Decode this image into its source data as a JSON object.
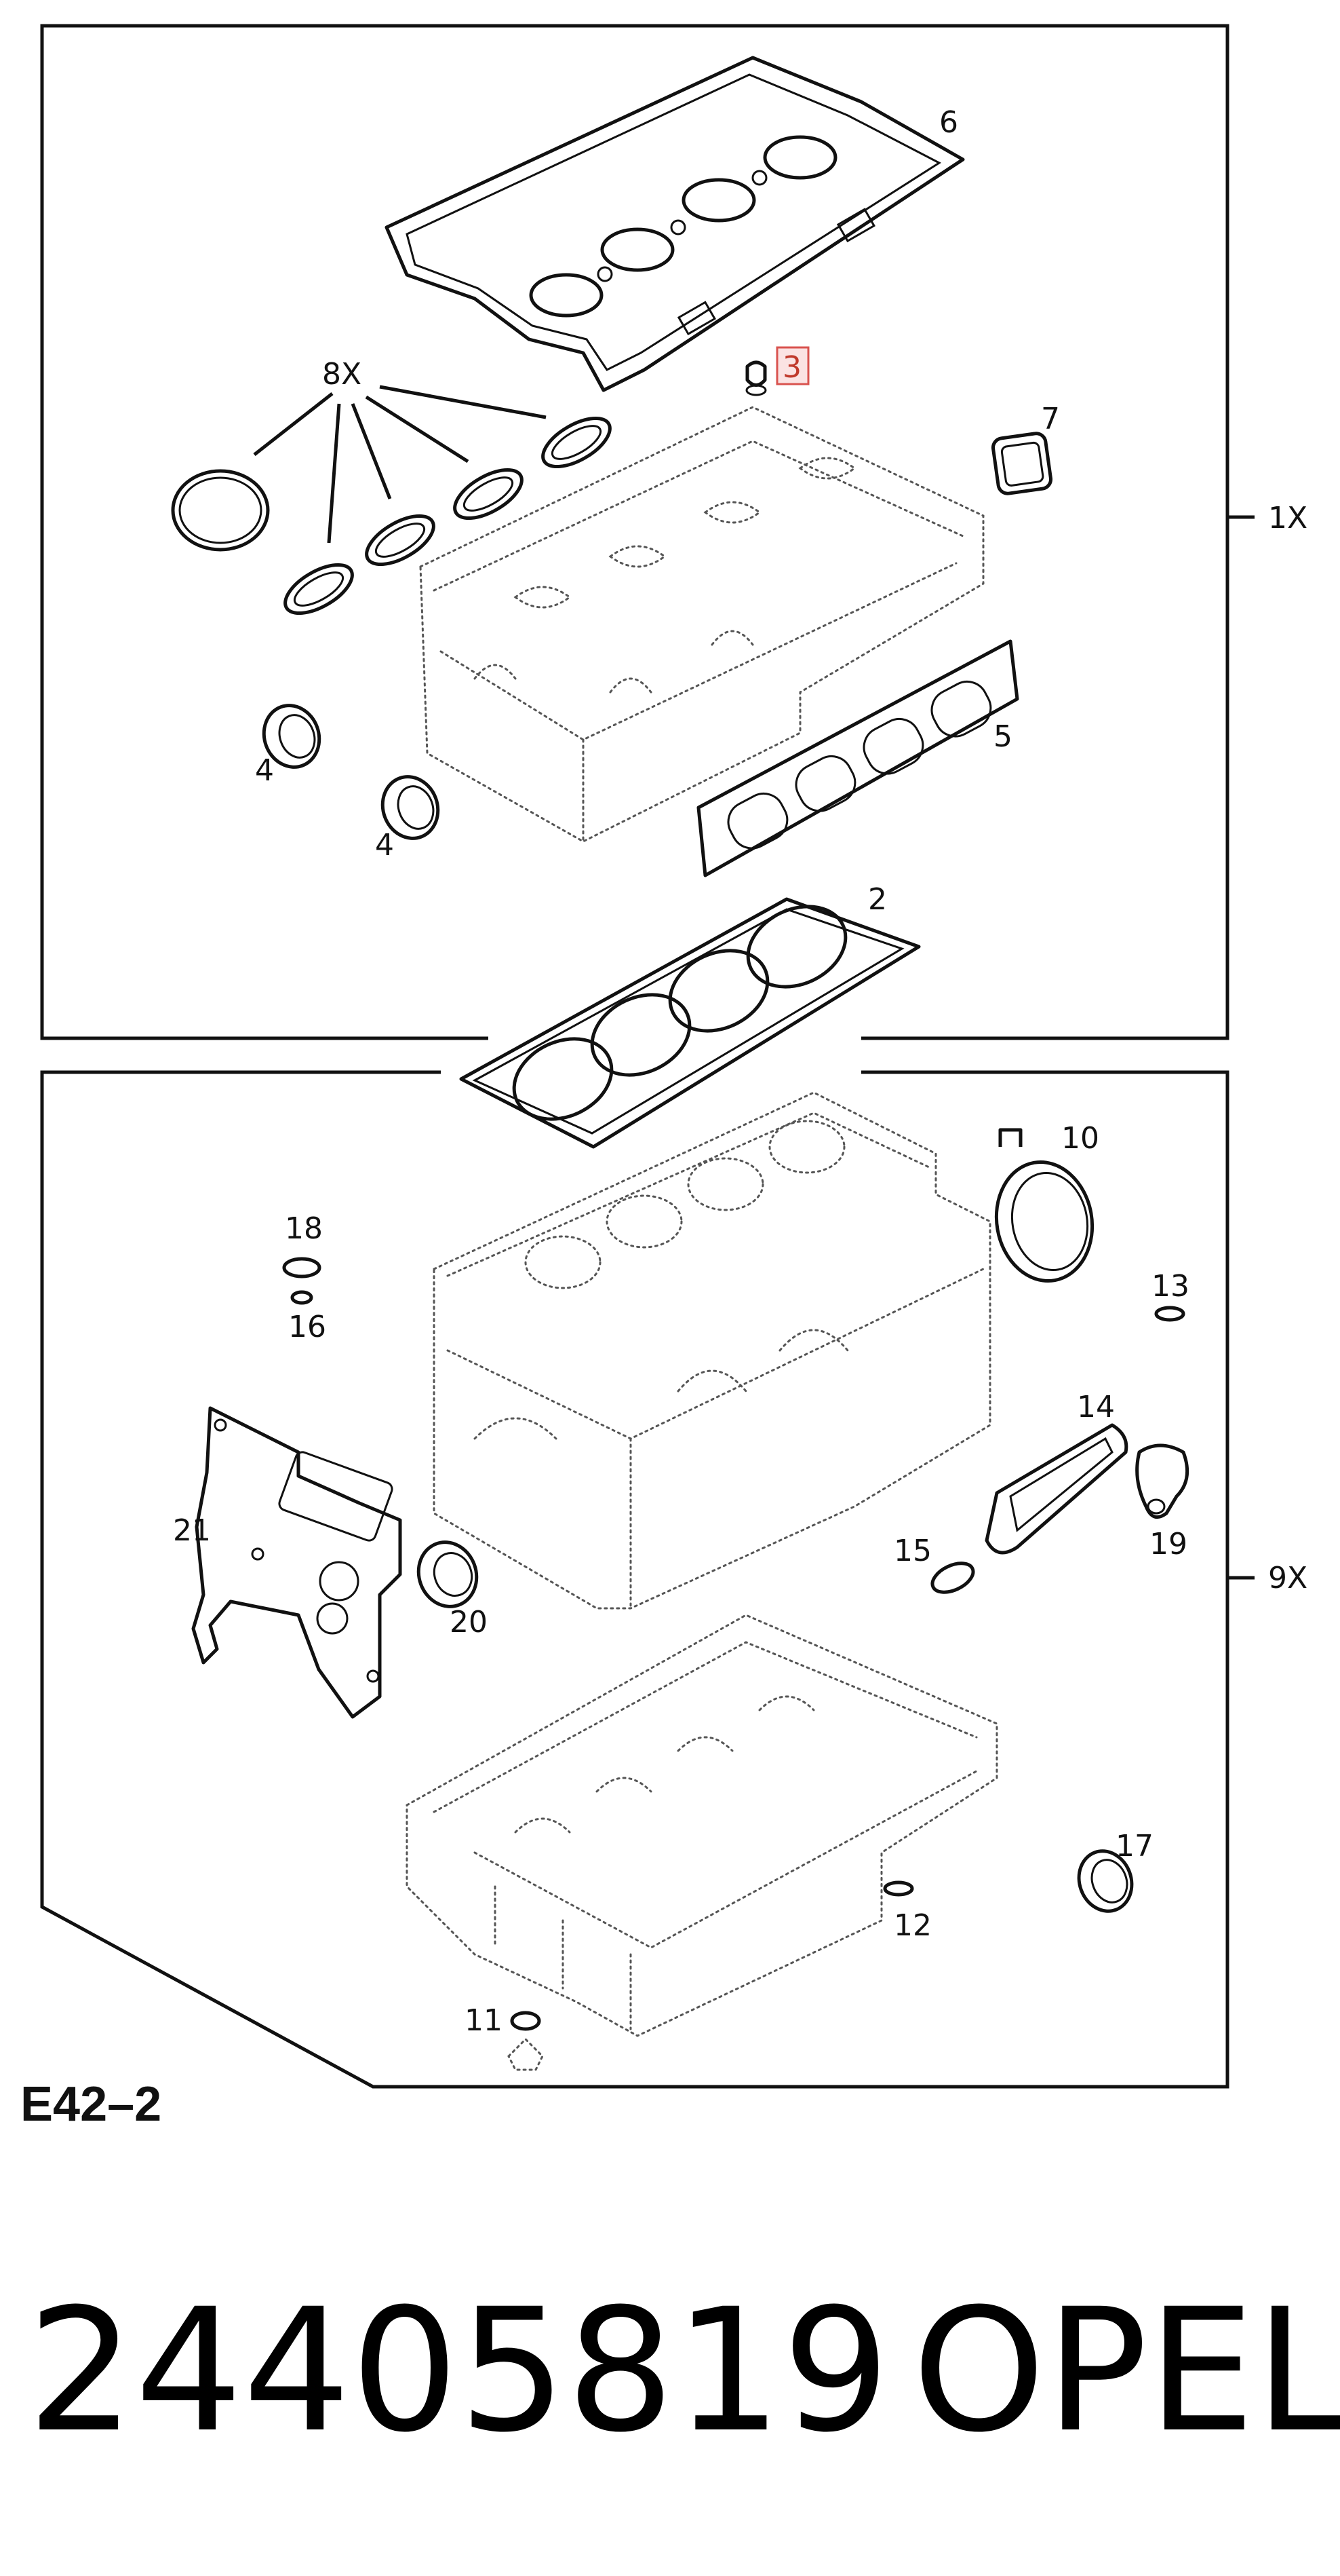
{
  "diagram_id": "E42–2",
  "part_number": "24405819",
  "brand": "OPEL",
  "upper_group": {
    "quantity": "1X"
  },
  "lower_group": {
    "quantity": "9X"
  },
  "callouts": {
    "c2": "2",
    "c3": "3",
    "c4a": "4",
    "c4b": "4",
    "c5": "5",
    "c6": "6",
    "c7": "7",
    "c8x": "8X",
    "c10": "10",
    "c11": "11",
    "c12": "12",
    "c13": "13",
    "c14": "14",
    "c15": "15",
    "c16": "16",
    "c17": "17",
    "c18": "18",
    "c19": "19",
    "c20": "20",
    "c21": "21"
  },
  "highlighted_callout": "3",
  "colors": {
    "line": "#111111",
    "highlight": "#d9534f",
    "background": "#ffffff"
  }
}
